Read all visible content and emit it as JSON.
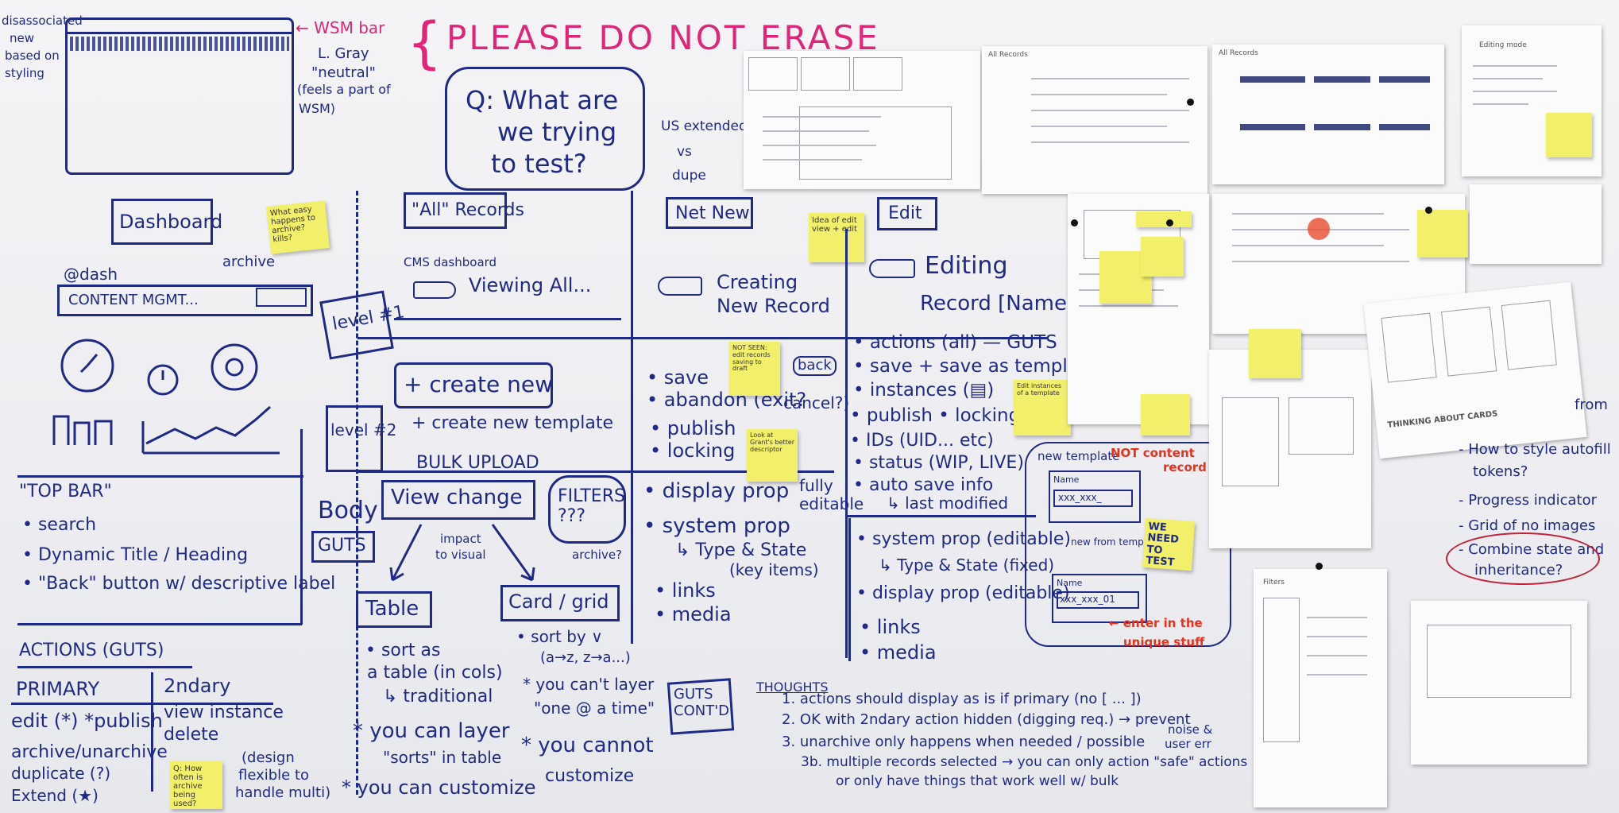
{
  "header": {
    "please_do_not_erase": "PLEASE DO NOT ERASE",
    "wsm_bar": "← WSM bar",
    "l_gray": "L. Gray",
    "neutral": "\"neutral\"",
    "feels_part": "(feels a part of",
    "wsm": "WSM)",
    "disassociated_1": "disassociated",
    "disassociated_2": "new",
    "disassociated_3": "based on",
    "disassociated_4": "styling",
    "question_1": "Q: What are",
    "question_2": "we trying",
    "question_3": "to test?",
    "us_extended_1": "US extended",
    "us_extended_2": "vs",
    "us_extended_3": "dupe"
  },
  "dashboard": {
    "title": "Dashboard",
    "dash_tag": "@dash",
    "archive": "archive",
    "content_mgmt": "CONTENT MGMT...",
    "sticky": "What easy happens to archive? kills?"
  },
  "topbar": {
    "title": "\"TOP BAR\"",
    "items": [
      "• search",
      "• Dynamic Title / Heading",
      "• \"Back\" button w/ descriptive label"
    ]
  },
  "actions": {
    "title": "ACTIONS (GUTS)",
    "primary_header": "PRIMARY",
    "secondary_header": "2ndary",
    "primary": [
      "edit (*) *publish",
      "archive/unarchive",
      "duplicate (?)",
      "Extend (★)"
    ],
    "secondary": [
      "view instance",
      "delete",
      "(design",
      "flexible to",
      "handle multi)"
    ],
    "sticky": "Q: How often is archive being used?"
  },
  "all_records": {
    "title": "\"All\" Records",
    "cms_dashboard": "CMS dashboard",
    "viewing_all": "Viewing All...",
    "level1": "level #1",
    "level2": "level #2",
    "create_new": "+ create new",
    "create_template": "+ create new template",
    "bulk_upload": "BULK UPLOAD",
    "body": "Body",
    "guts": "GUTS",
    "view_change": "View change",
    "filters": "FILTERS ???",
    "archive_q": "archive?",
    "impact": "impact",
    "to_visual": "to visual",
    "table": "Table",
    "card_grid": "Card / grid",
    "table_notes": [
      "• sort as",
      "a table (in cols)",
      "↳ traditional",
      "* you can layer",
      "\"sorts\" in table",
      "* you can customize"
    ],
    "card_notes": [
      "• sort by ∨",
      "(a→z, z→a...)",
      "* you can't layer",
      "\"one @ a time\"",
      "* you cannot",
      "customize"
    ],
    "guts_contd": "GUTS CONT'D"
  },
  "net_new": {
    "title": "Net New",
    "creating": "Creating",
    "new_record": "New Record",
    "sticky": "Idea of edit view + edit",
    "items": [
      "• save",
      "• abandon (exit?",
      "cancel?)",
      "• publish",
      "• locking",
      "• display prop",
      "• system prop",
      "↳ Type & State",
      "(key items)",
      "• links",
      "• media"
    ],
    "back": "back",
    "fully_editable": "fully editable",
    "sticky2": "NOT SEEN: edit records saving to draft",
    "sticky3": "Look at Grant's better descriptor"
  },
  "edit": {
    "title": "Edit",
    "editing": "Editing",
    "record_name": "Record [Name]",
    "items": [
      "• actions (all) — GUTS",
      "• save + save as template",
      "• instances (▤)",
      "• publish   • locking",
      "• IDs (UID... etc)",
      "• status (WIP, LIVE)",
      "• auto save info",
      "↳ last modified",
      "• system prop (editable)",
      "↳ Type & State (fixed)",
      "• display prop (editable)",
      "• links",
      "• media"
    ],
    "sticky": "Edit instances of a template"
  },
  "new_template": {
    "title": "new template",
    "not_content": "NOT content",
    "record": "record",
    "name1": "Name",
    "val1": "xxx_xxx_",
    "new_from": "new from template",
    "name2": "Name",
    "val2": "xxx_xxx_01",
    "enter_unique": "← enter in the",
    "unique_stuff": "unique stuff",
    "sticky": "WE NEED TO TEST"
  },
  "thoughts": {
    "title": "THOUGHTS",
    "items": [
      "1. actions should display as is if primary (no [ ... ])",
      "2. OK with 2ndary action hidden (digging req.) → prevent",
      "3. unarchive only happens when needed / possible",
      "3b. multiple records selected → you can only action \"safe\" actions",
      "or only have things that work well w/ bulk"
    ],
    "noise": "noise &",
    "user_err": "user err"
  },
  "right": {
    "from": "from",
    "items": [
      "- How to style autofill",
      "tokens?",
      "- Progress indicator",
      "- Grid of no images",
      "- Combine state and",
      "inheritance?"
    ],
    "thinking": "THINKING ABOUT CARDS",
    "filters": "Filters",
    "editing_mode": "Editing mode",
    "all_records": "All Records"
  },
  "colors": {
    "ink": "#1f2a86",
    "pink": "#e0257a",
    "red": "#e8321e",
    "sticky": "#f2f06a",
    "board": "#f2f2f4"
  }
}
